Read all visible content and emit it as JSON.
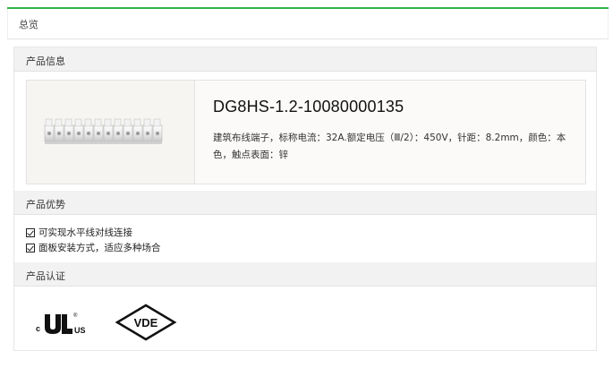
{
  "overview": {
    "label": "总览"
  },
  "sections": {
    "product_info": "产品信息",
    "advantages": "产品优势",
    "certification": "产品认证"
  },
  "product": {
    "model": "DG8HS-1.2-10080000135",
    "description": "建筑布线端子，标称电流：32A.额定电压（Ⅲ/2）：450V，针距：8.2mm，颜色：本色，触点表面：锌"
  },
  "advantages": [
    "可实现水平线对线连接",
    "面板安装方式，适应多种场合"
  ],
  "certs": {
    "ul_c": "c",
    "ul_us": "US",
    "ul_reg": "®",
    "vde": "VDE"
  },
  "colors": {
    "accent": "#2db34a",
    "header_bg": "#f2f2f2"
  },
  "icons": [
    "check-icon"
  ]
}
